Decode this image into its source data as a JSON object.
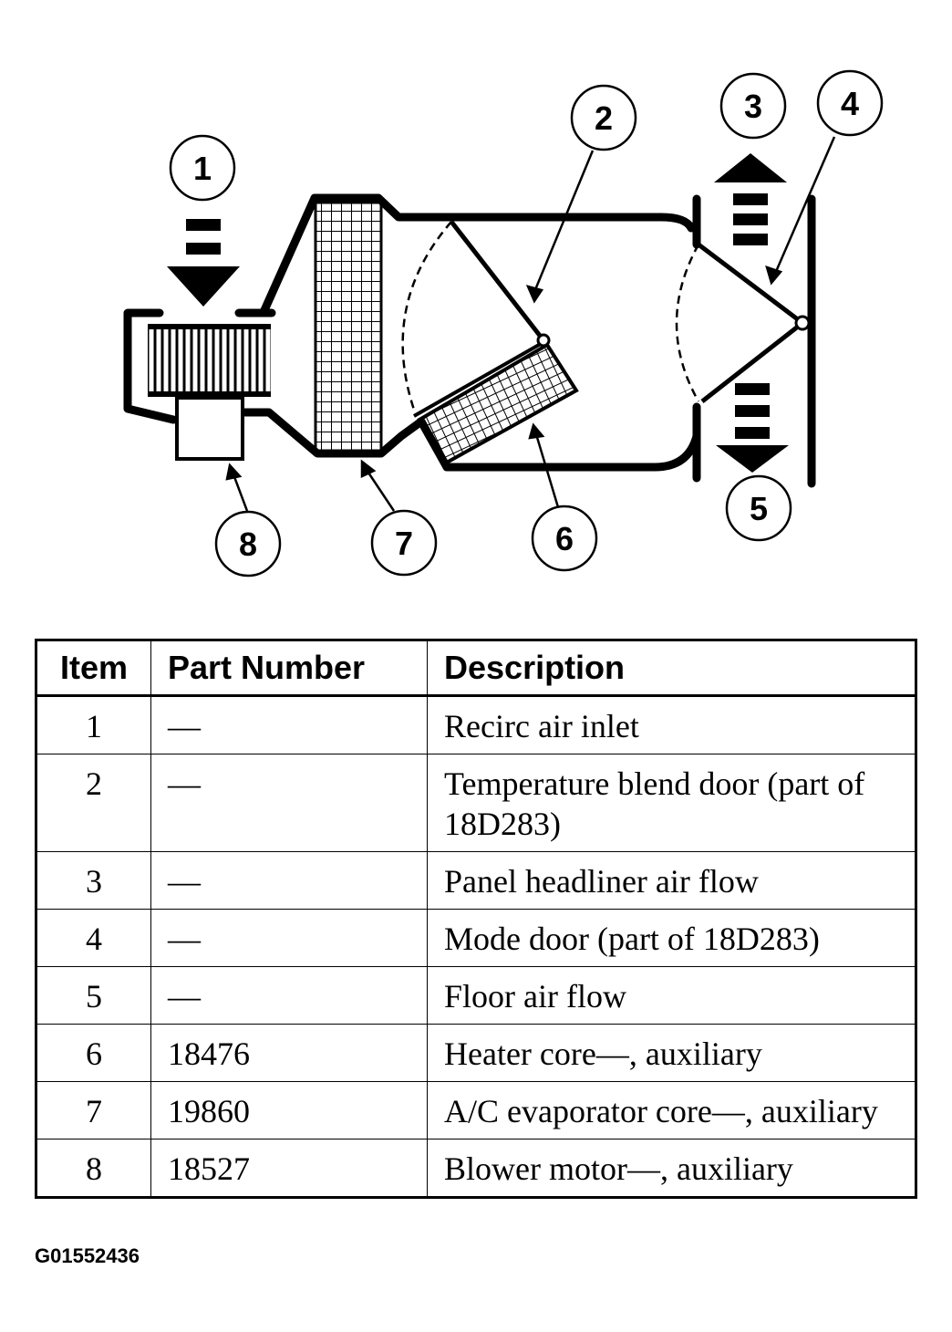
{
  "callouts": [
    {
      "label": "1"
    },
    {
      "label": "2"
    },
    {
      "label": "3"
    },
    {
      "label": "4"
    },
    {
      "label": "5"
    },
    {
      "label": "6"
    },
    {
      "label": "7"
    },
    {
      "label": "8"
    }
  ],
  "table": {
    "headers": [
      "Item",
      "Part Number",
      "Description"
    ],
    "rows": [
      {
        "item": "1",
        "part": "—",
        "desc": "Recirc air inlet"
      },
      {
        "item": "2",
        "part": "—",
        "desc": "Temperature blend door (part of 18D283)"
      },
      {
        "item": "3",
        "part": "—",
        "desc": "Panel headliner air flow"
      },
      {
        "item": "4",
        "part": "—",
        "desc": "Mode door (part of 18D283)"
      },
      {
        "item": "5",
        "part": "—",
        "desc": "Floor air flow"
      },
      {
        "item": "6",
        "part": "18476",
        "desc": "Heater core—, auxiliary"
      },
      {
        "item": "7",
        "part": "19860",
        "desc": "A/C evaporator core—, auxiliary"
      },
      {
        "item": "8",
        "part": "18527",
        "desc": "Blower motor—, auxiliary"
      }
    ]
  },
  "figure_id": "G01552436"
}
